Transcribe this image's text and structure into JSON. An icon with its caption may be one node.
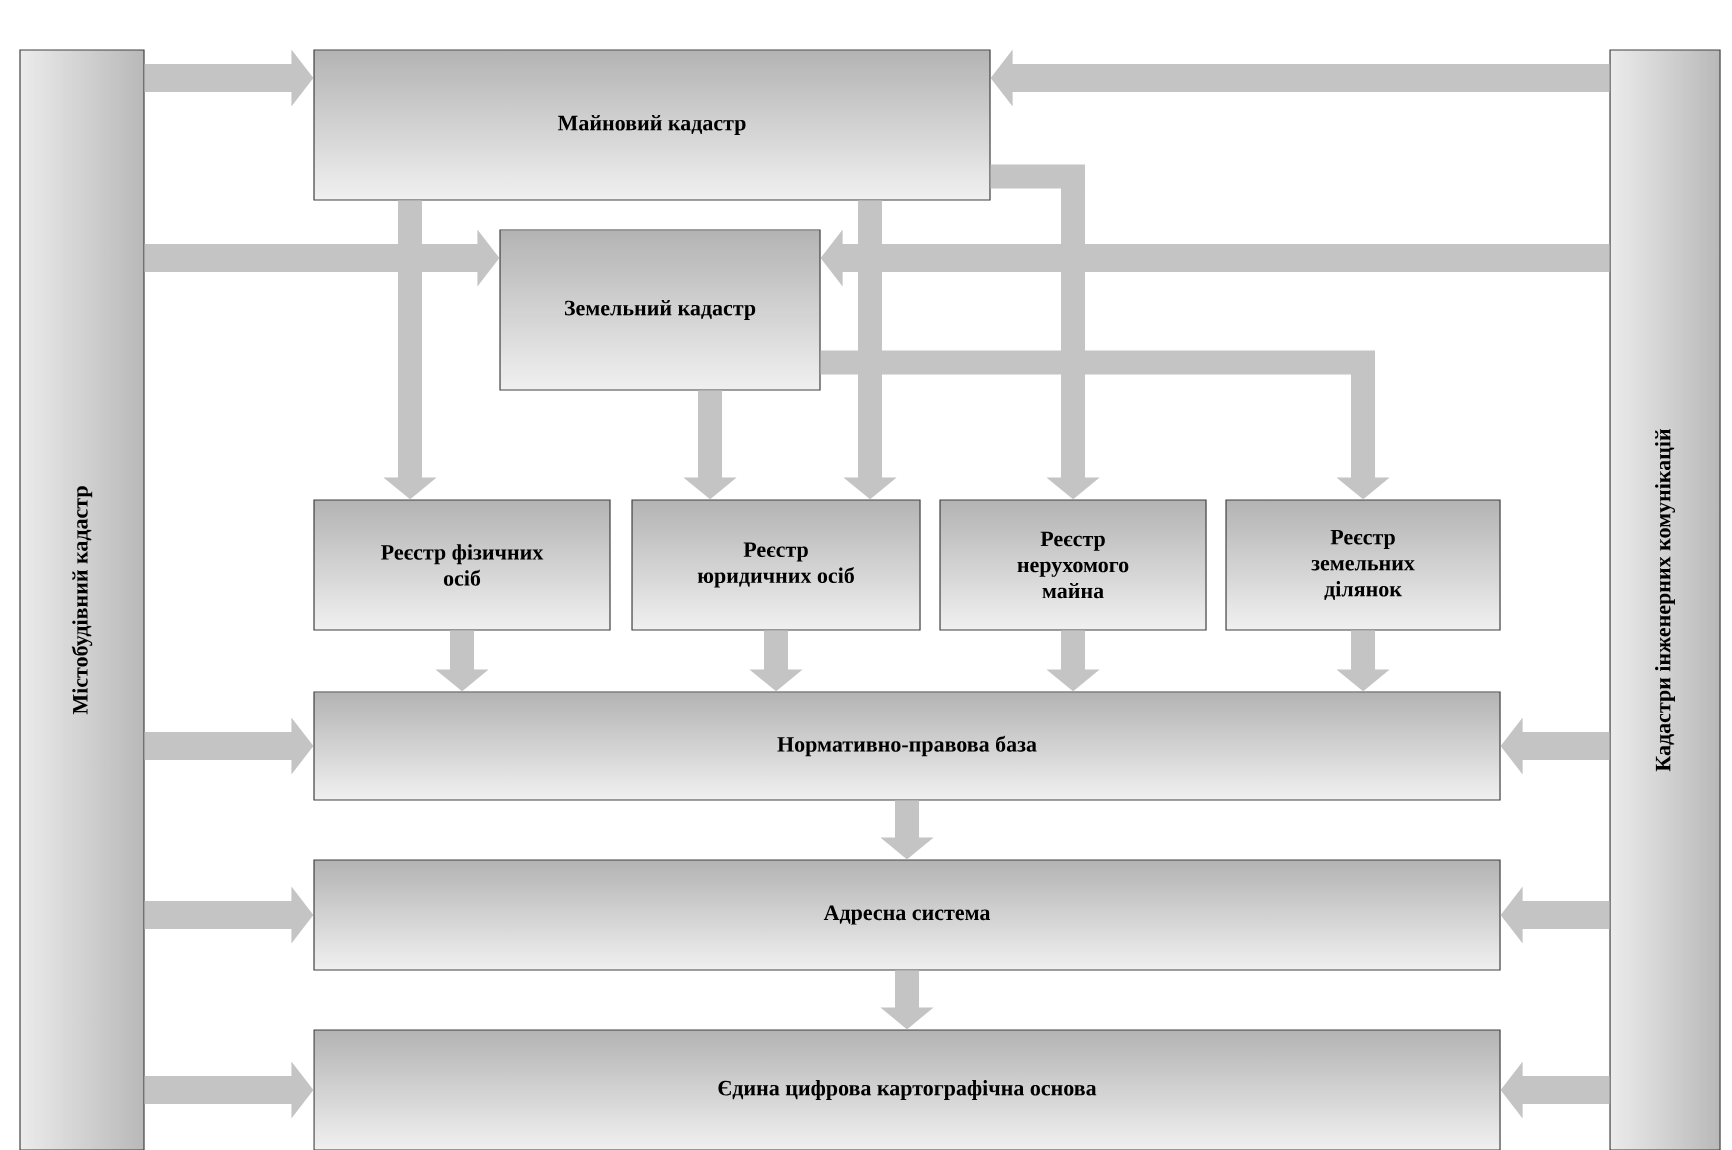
{
  "diagram": {
    "nodes": [
      {
        "text": [
          "Містобудівний кадастр"
        ]
      },
      {
        "text": [
          "Кадастри інженерних комунікацій"
        ]
      },
      {
        "text": [
          "Майновий кадастр"
        ]
      },
      {
        "text": [
          "Земельний кадастр"
        ]
      },
      {
        "text": [
          "Реєстр фізичних осіб"
        ]
      },
      {
        "text": [
          "Реєстр юридичних осіб"
        ]
      },
      {
        "text": [
          "Реєстр нерухомого майна"
        ]
      },
      {
        "text": [
          "Реєстр земельних ділянок"
        ]
      },
      {
        "text": [
          "Нормативно-правова база"
        ]
      },
      {
        "text": [
          "Адресна система"
        ]
      },
      {
        "text": [
          "Єдина цифрова картографічна основа"
        ]
      }
    ],
    "edges": [
      {
        "from": 0,
        "to": 2,
        "arrow": "to"
      },
      {
        "from": 0,
        "to": 3,
        "arrow": "to"
      },
      {
        "from": 0,
        "to": 8,
        "arrow": "to"
      },
      {
        "from": 0,
        "to": 9,
        "arrow": "to"
      },
      {
        "from": 0,
        "to": 10,
        "arrow": "to"
      },
      {
        "from": 1,
        "to": 2,
        "arrow": "to"
      },
      {
        "from": 1,
        "to": 3,
        "arrow": "to"
      },
      {
        "from": 1,
        "to": 8,
        "arrow": "to"
      },
      {
        "from": 1,
        "to": 9,
        "arrow": "to"
      },
      {
        "from": 1,
        "to": 10,
        "arrow": "to"
      },
      {
        "from": 2,
        "to": 4,
        "arrow": "to"
      },
      {
        "from": 2,
        "to": 5,
        "arrow": "to"
      },
      {
        "from": 3,
        "to": 5,
        "arrow": "to"
      },
      {
        "from": 2,
        "to": 6,
        "arrow": "to"
      },
      {
        "from": 3,
        "to": 7,
        "arrow": "to"
      },
      {
        "from": 4,
        "to": 8,
        "arrow": "to"
      },
      {
        "from": 5,
        "to": 8,
        "arrow": "to"
      },
      {
        "from": 6,
        "to": 8,
        "arrow": "to"
      },
      {
        "from": 7,
        "to": 8,
        "arrow": "to"
      },
      {
        "from": 8,
        "to": 9,
        "arrow": "to"
      },
      {
        "from": 9,
        "to": 10,
        "arrow": "to"
      }
    ]
  }
}
